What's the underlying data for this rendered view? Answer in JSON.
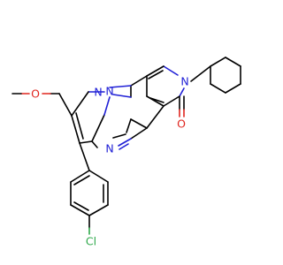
{
  "atoms": {
    "n_top": "N",
    "n_ring_left": "N",
    "n_ring_low": "N",
    "n_ring_right": "N",
    "o_ether": "O",
    "o_carbonyl": "O",
    "cl": "Cl"
  },
  "colors": {
    "bond": "#000000",
    "nitrogen": "#1f1fd6",
    "oxygen": "#e0261f",
    "chlorine": "#2ea84a",
    "background": "#ffffff"
  }
}
